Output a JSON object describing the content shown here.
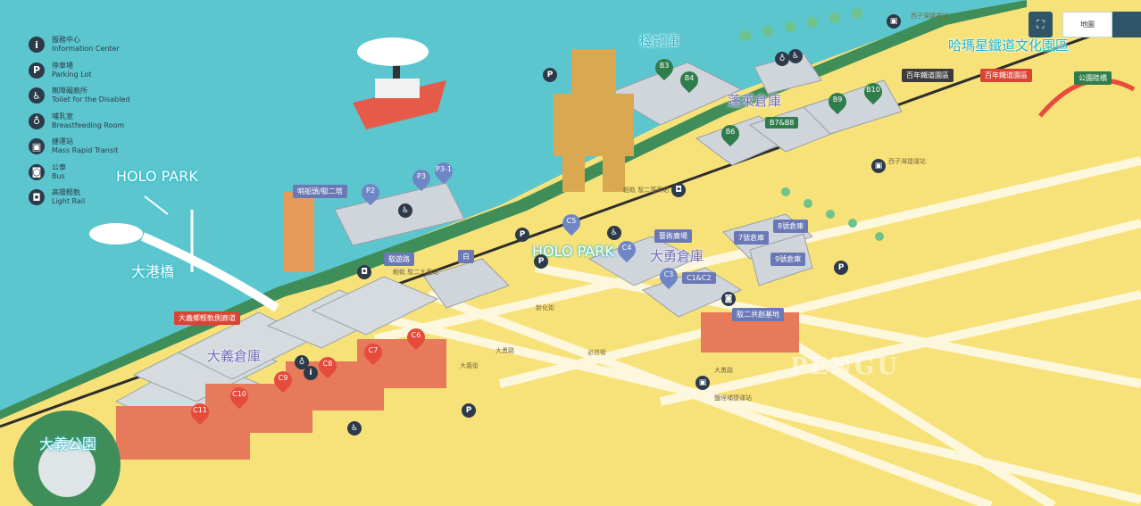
{
  "legend": [
    {
      "icon": "i",
      "icon_name": "information-icon",
      "zh": "服務中心",
      "en": "Information Center"
    },
    {
      "icon": "P",
      "icon_name": "parking-icon",
      "zh": "停車場",
      "en": "Parking Lot"
    },
    {
      "icon": "♿",
      "icon_name": "accessible-toilet-icon",
      "zh": "無障礙廁所",
      "en": "Toilet for the Disabled"
    },
    {
      "icon": "♁",
      "icon_name": "breastfeeding-icon",
      "zh": "哺乳室",
      "en": "Breastfeeding Room"
    },
    {
      "icon": "▣",
      "icon_name": "metro-icon",
      "zh": "捷運站",
      "en": "Mass Rapid Transit"
    },
    {
      "icon": "◙",
      "icon_name": "bus-icon",
      "zh": "公車",
      "en": "Bus"
    },
    {
      "icon": "◘",
      "icon_name": "light-rail-icon",
      "zh": "高雄輕軌",
      "en": "Light Rail"
    }
  ],
  "areas": {
    "holo_park_left": "HOLO PARK",
    "holo_park_center": "HOLO PARK",
    "dagang_bridge": "大港橋",
    "dayi_warehouse": "大義倉庫",
    "dayong_warehouse": "大勇倉庫",
    "penglai_warehouse": "蓬萊倉庫",
    "zhaner_warehouse": "棧貳庫",
    "hamasen": "哈瑪星鐵道文化園區",
    "dayi_park": "大義公園"
  },
  "pins": {
    "red": [
      "C6",
      "C7",
      "C8",
      "C9",
      "C10",
      "C11"
    ],
    "blue": [
      "P2",
      "P3",
      "P3-1",
      "C5",
      "C4",
      "C3"
    ],
    "green": [
      "B3",
      "B4",
      "B6",
      "B9",
      "B10"
    ]
  },
  "tags": {
    "lighthouse": "哨船頭/駁二塔",
    "p2_blue": "駁遊路",
    "white_bldg": "白",
    "art_plaza": "藝術廣場",
    "no7": "7號倉庫",
    "no8": "8號倉庫",
    "no9": "9號倉庫",
    "c1c2": "C1&C2",
    "pier2_base": "駁二共創基地",
    "dayi_corridor": "大義鄉輕軌側廊道",
    "b7b8": "B7&B8",
    "century_station": "百年鐵道園區",
    "century_road": "百年鐵道園區",
    "park_bridge": "公園陸橋"
  },
  "stations": {
    "xiziwan": "西子灣捷運站",
    "xiziwan_2": "西子灣捷運站",
    "yanchengpu": "鹽埕埔捷運站",
    "light_rail_dayi": "輕軌 駁二大義站",
    "light_rail_penglai": "輕軌 駁二蓬萊站"
  },
  "roads": [
    "大義街",
    "大勇路",
    "必信街",
    "新化街",
    "大勇路"
  ],
  "controls": {
    "map_label": "地圖"
  },
  "watermark": "PENGU"
}
